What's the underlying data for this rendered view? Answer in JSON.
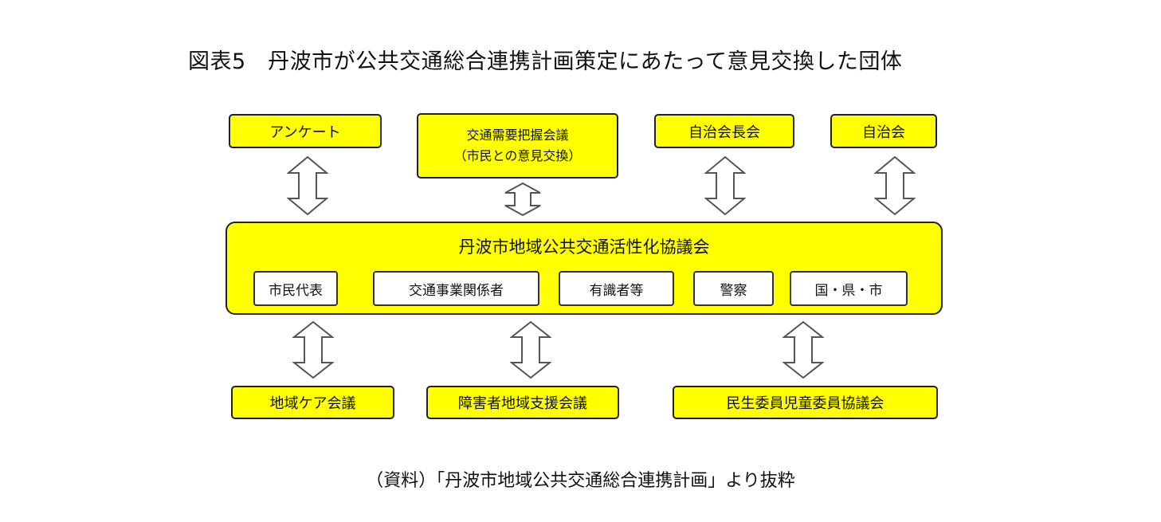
{
  "title": "図表5　丹波市が公共交通総合連携計画策定にあたって意見交換した団体",
  "top_boxes": [
    {
      "label": "アンケート"
    },
    {
      "line1": "交通需要把握会議",
      "line2": "（市民との意見交換）"
    },
    {
      "label": "自治会長会"
    },
    {
      "label": "自治会"
    }
  ],
  "council": {
    "title": "丹波市地域公共交通活性化協議会",
    "members": [
      "市民代表",
      "交通事業関係者",
      "有識者等",
      "警察",
      "国・県・市"
    ]
  },
  "bottom_boxes": [
    {
      "label": "地域ケア会議"
    },
    {
      "label": "障害者地域支援会議"
    },
    {
      "label": "民生委員児童委員協議会"
    }
  ],
  "source": "（資料）「丹波市地域公共交通総合連携計画」より抜粋",
  "colors": {
    "box_fill": "#ffff00",
    "border": "#222222",
    "member_fill": "#ffffff"
  }
}
